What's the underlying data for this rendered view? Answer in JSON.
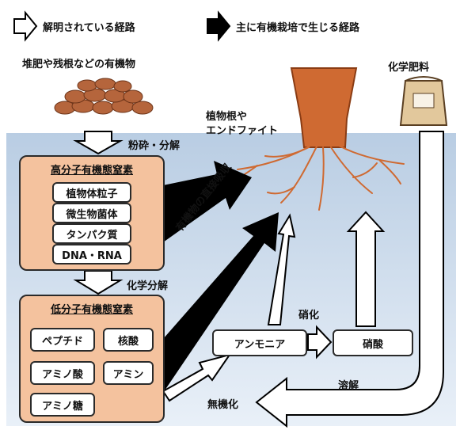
{
  "legend": {
    "elucidated": "解明されている経路",
    "main": "主に有機栽培で生じる経路"
  },
  "labels": {
    "organic_matter": "堆肥や残根などの有機物",
    "fertilizer": "化学肥料",
    "roots_line1": "植物根や",
    "roots_line2": "エンドファイト",
    "crush": "粉砕・分解",
    "chem_decomp": "化学分解",
    "direct_uptake": "有機物の直接吸収",
    "nitrification": "硝化",
    "dissolution": "溶解",
    "mineralization": "無機化"
  },
  "high_polymer": {
    "title": "高分子有機態窒素",
    "items": [
      "植物体粒子",
      "微生物菌体",
      "タンパク質",
      "DNA・RNA"
    ]
  },
  "low_polymer": {
    "title": "低分子有機態窒素",
    "items": [
      "ペプチド",
      "核酸",
      "アミノ酸",
      "アミン",
      "アミノ糖"
    ]
  },
  "ammonia": "アンモニア",
  "nitrate": "硝酸",
  "colors": {
    "soil_top": "#b9cde3",
    "soil_bottom": "#e9f0f8",
    "root": "#cf6a32",
    "panel": "#f4c29e",
    "organic_matter": "#b5653c"
  }
}
